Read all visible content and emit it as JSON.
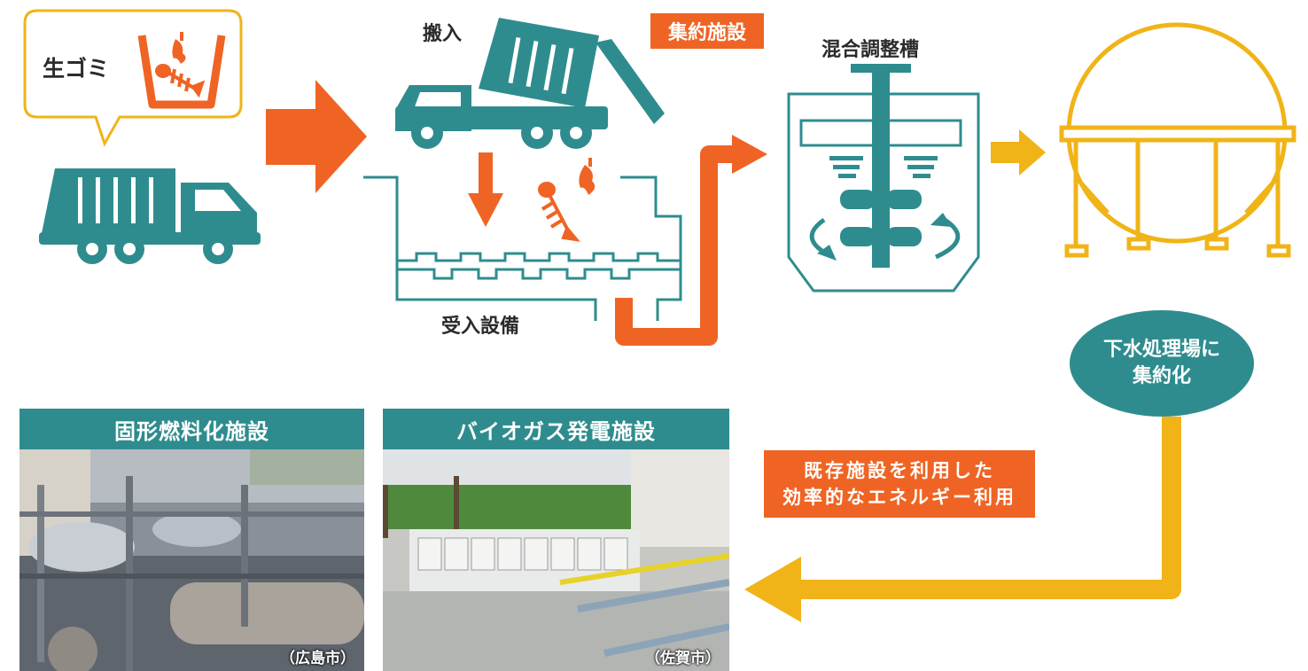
{
  "labels": {
    "raw_garbage": "生ゴミ",
    "carry_in": "搬入",
    "consolidation_facility": "集約施設",
    "receiving_equipment": "受入設備",
    "mixing_tank": "混合調整槽",
    "consolidation_circle": "下水処理場に\n集約化",
    "efficient_use": "既存施設を利用した\n効率的なエネルギー利用"
  },
  "panels": [
    {
      "title": "固形燃料化施設",
      "city": "（広島市）"
    },
    {
      "title": "バイオガス発電施設",
      "city": "（佐賀市）"
    }
  ],
  "colors": {
    "teal": "#2f8c8e",
    "orange": "#ef6424",
    "yellow": "#f0b418",
    "bubble_border": "#f0b418"
  },
  "icons": [
    "garbage-truck-icon",
    "bin-icon",
    "fish-bone-icon",
    "apple-core-icon",
    "dump-truck-icon",
    "mixer-tank-icon",
    "digester-tank-icon"
  ]
}
